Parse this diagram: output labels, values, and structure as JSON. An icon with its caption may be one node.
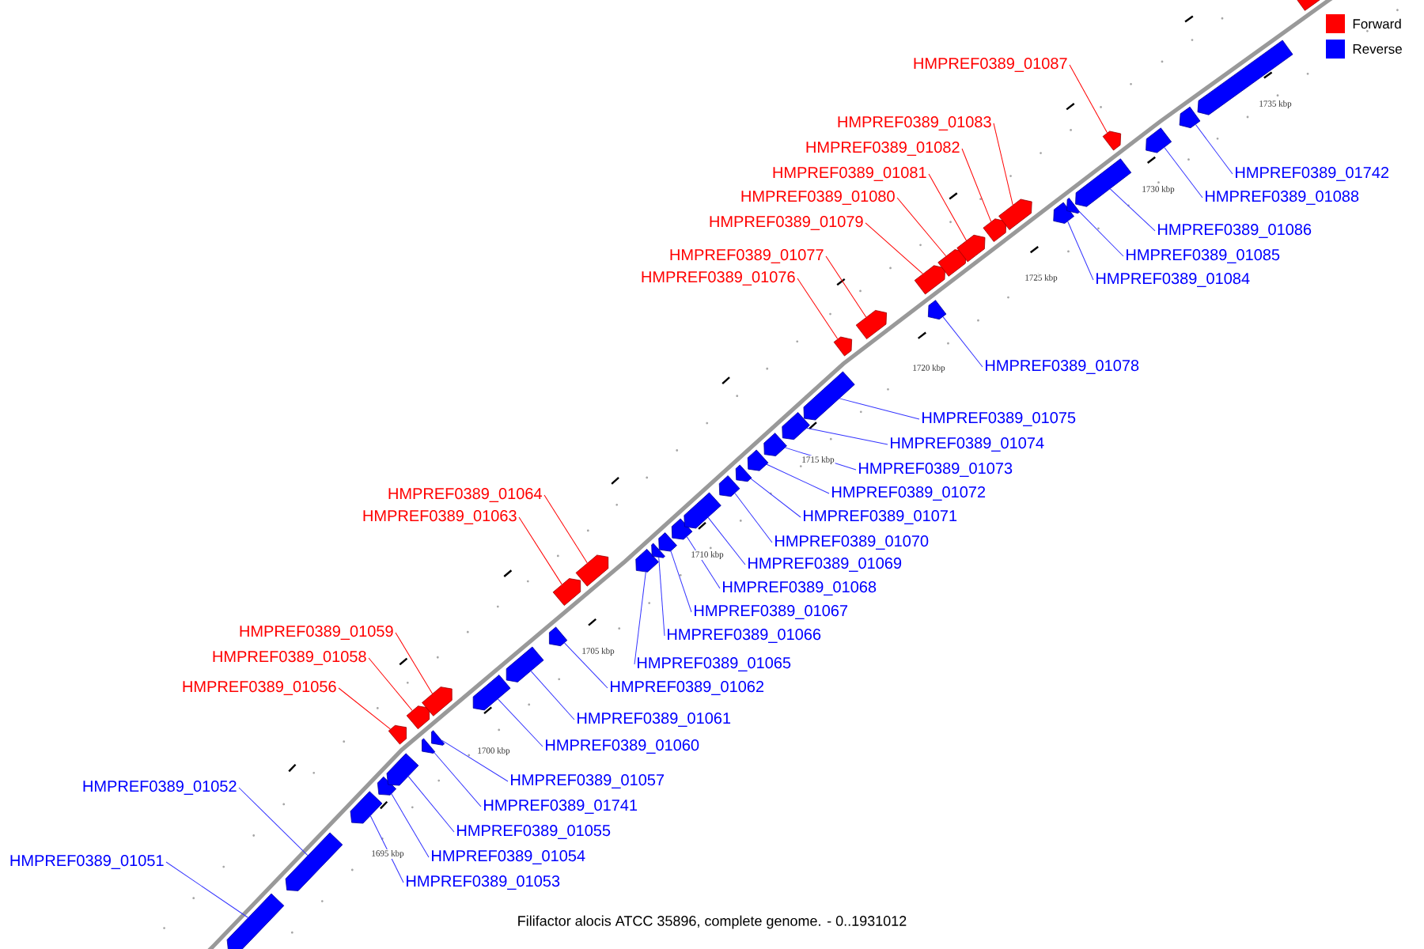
{
  "diagram": {
    "caption": "Filifactor alocis ATCC 35896, complete genome. - 0..1931012",
    "nodes": [
      {
        "text": [
          "HMPREF0389_01087"
        ]
      },
      {
        "text": [
          "HMPREF0389_01742"
        ]
      },
      {
        "text": [
          "HMPREF0389_01083"
        ]
      },
      {
        "text": [
          "HMPREF0389_01082"
        ]
      },
      {
        "text": [
          "HMPREF0389_01081"
        ]
      },
      {
        "text": [
          "HMPREF0389_01088"
        ]
      },
      {
        "text": [
          "HMPREF0389_01080"
        ]
      },
      {
        "text": [
          "HMPREF0389_01079"
        ]
      },
      {
        "text": [
          "HMPREF0389_01086"
        ]
      },
      {
        "text": [
          "HMPREF0389_01077"
        ]
      },
      {
        "text": [
          "HMPREF0389_01085"
        ]
      },
      {
        "text": [
          "HMPREF0389_01076"
        ]
      },
      {
        "text": [
          "HMPREF0389_01084"
        ]
      },
      {
        "text": [
          "HMPREF0389_01078"
        ]
      },
      {
        "text": [
          "HMPREF0389_01075"
        ]
      },
      {
        "text": [
          "HMPREF0389_01074"
        ]
      },
      {
        "text": [
          "HMPREF0389_01073"
        ]
      },
      {
        "text": [
          "HMPREF0389_01072"
        ]
      },
      {
        "text": [
          "HMPREF0389_01064"
        ]
      },
      {
        "text": [
          "HMPREF0389_01071"
        ]
      },
      {
        "text": [
          "HMPREF0389_01063"
        ]
      },
      {
        "text": [
          "HMPREF0389_01070"
        ]
      },
      {
        "text": [
          "HMPREF0389_01069"
        ]
      },
      {
        "text": [
          "HMPREF0389_01068"
        ]
      },
      {
        "text": [
          "HMPREF0389_01067"
        ]
      },
      {
        "text": [
          "HMPREF0389_01059"
        ]
      },
      {
        "text": [
          "HMPREF0389_01066"
        ]
      },
      {
        "text": [
          "HMPREF0389_01058"
        ]
      },
      {
        "text": [
          "HMPREF0389_01065"
        ]
      },
      {
        "text": [
          "HMPREF0389_01056"
        ]
      },
      {
        "text": [
          "HMPREF0389_01062"
        ]
      },
      {
        "text": [
          "HMPREF0389_01061"
        ]
      },
      {
        "text": [
          "HMPREF0389_01060"
        ]
      },
      {
        "text": [
          "HMPREF0389_01057"
        ]
      },
      {
        "text": [
          "HMPREF0389_01052"
        ]
      },
      {
        "text": [
          "HMPREF0389_01741"
        ]
      },
      {
        "text": [
          "HMPREF0389_01055"
        ]
      },
      {
        "text": [
          "HMPREF0389_01051"
        ]
      },
      {
        "text": [
          "HMPREF0389_01054"
        ]
      },
      {
        "text": [
          "HMPREF0389_01053"
        ]
      },
      {
        "text": [],
        "shape": "box"
      },
      {
        "text": [],
        "shape": "box"
      },
      {
        "text": [],
        "shape": "box"
      },
      {
        "text": [],
        "shape": "box"
      },
      {
        "text": [],
        "shape": "box"
      },
      {
        "text": [],
        "shape": "box"
      },
      {
        "text": [],
        "shape": "box"
      },
      {
        "text": [],
        "shape": "box"
      },
      {
        "text": [],
        "shape": "box"
      },
      {
        "text": [],
        "shape": "box"
      },
      {
        "text": [],
        "shape": "box"
      },
      {
        "text": [],
        "shape": "box"
      },
      {
        "text": [],
        "shape": "box"
      },
      {
        "text": [],
        "shape": "box"
      },
      {
        "text": [],
        "shape": "box"
      },
      {
        "text": [],
        "shape": "box"
      },
      {
        "text": [],
        "shape": "box"
      },
      {
        "text": [],
        "shape": "box"
      },
      {
        "text": [],
        "shape": "box"
      },
      {
        "text": [],
        "shape": "box"
      },
      {
        "text": [],
        "shape": "box"
      },
      {
        "text": [],
        "shape": "box"
      },
      {
        "text": [],
        "shape": "box"
      },
      {
        "text": [],
        "shape": "box"
      },
      {
        "text": [],
        "shape": "box"
      },
      {
        "text": [],
        "shape": "box"
      },
      {
        "text": [],
        "shape": "box"
      },
      {
        "text": [],
        "shape": "box"
      },
      {
        "text": [],
        "shape": "box"
      },
      {
        "text": [],
        "shape": "box"
      },
      {
        "text": [],
        "shape": "box"
      },
      {
        "text": [],
        "shape": "box"
      },
      {
        "text": [],
        "shape": "box"
      },
      {
        "text": [],
        "shape": "box"
      },
      {
        "text": [],
        "shape": "box"
      },
      {
        "text": [],
        "shape": "box"
      },
      {
        "text": [],
        "shape": "box"
      },
      {
        "text": [],
        "shape": "box"
      },
      {
        "text": [],
        "shape": "box"
      },
      {
        "text": [],
        "shape": "box"
      },
      {
        "text": [],
        "shape": "box"
      },
      {
        "text": [],
        "shape": "box"
      }
    ],
    "edges": [
      {
        "from": 0,
        "to": 77,
        "arrow": "none",
        "color": "#ff0000"
      },
      {
        "from": 1,
        "to": 79,
        "arrow": "none"
      },
      {
        "from": 2,
        "to": 73,
        "arrow": "none",
        "color": "#ff0000"
      },
      {
        "from": 3,
        "to": 72,
        "arrow": "none",
        "color": "#ff0000"
      },
      {
        "from": 4,
        "to": 71,
        "arrow": "none",
        "color": "#ff0000"
      },
      {
        "from": 5,
        "to": 78,
        "arrow": "none"
      },
      {
        "from": 6,
        "to": 70,
        "arrow": "none",
        "color": "#ff0000"
      },
      {
        "from": 7,
        "to": 69,
        "arrow": "none",
        "color": "#ff0000"
      },
      {
        "from": 8,
        "to": 76,
        "arrow": "none"
      },
      {
        "from": 9,
        "to": 67,
        "arrow": "none",
        "color": "#ff0000"
      },
      {
        "from": 10,
        "to": 75,
        "arrow": "none"
      },
      {
        "from": 11,
        "to": 66,
        "arrow": "none",
        "color": "#ff0000"
      },
      {
        "from": 12,
        "to": 74,
        "arrow": "none"
      },
      {
        "from": 13,
        "to": 68,
        "arrow": "none"
      },
      {
        "from": 14,
        "to": 65,
        "arrow": "none"
      },
      {
        "from": 15,
        "to": 64,
        "arrow": "none"
      },
      {
        "from": 16,
        "to": 63,
        "arrow": "none"
      },
      {
        "from": 17,
        "to": 62,
        "arrow": "none"
      },
      {
        "from": 18,
        "to": 54,
        "arrow": "none",
        "color": "#ff0000"
      },
      {
        "from": 19,
        "to": 61,
        "arrow": "none"
      },
      {
        "from": 20,
        "to": 53,
        "arrow": "none",
        "color": "#ff0000"
      },
      {
        "from": 21,
        "to": 60,
        "arrow": "none"
      },
      {
        "from": 22,
        "to": 59,
        "arrow": "none"
      },
      {
        "from": 23,
        "to": 58,
        "arrow": "none"
      },
      {
        "from": 24,
        "to": 57,
        "arrow": "none"
      },
      {
        "from": 25,
        "to": 49,
        "arrow": "none",
        "color": "#ff0000"
      },
      {
        "from": 26,
        "to": 56,
        "arrow": "none"
      },
      {
        "from": 27,
        "to": 48,
        "arrow": "none",
        "color": "#ff0000"
      },
      {
        "from": 28,
        "to": 55,
        "arrow": "none"
      },
      {
        "from": 29,
        "to": 45,
        "arrow": "none",
        "color": "#ff0000"
      },
      {
        "from": 30,
        "to": 52,
        "arrow": "none"
      },
      {
        "from": 31,
        "to": 51,
        "arrow": "none"
      },
      {
        "from": 32,
        "to": 50,
        "arrow": "none"
      },
      {
        "from": 33,
        "to": 47,
        "arrow": "none"
      },
      {
        "from": 34,
        "to": 41,
        "arrow": "none"
      },
      {
        "from": 35,
        "to": 46,
        "arrow": "none"
      },
      {
        "from": 36,
        "to": 44,
        "arrow": "none"
      },
      {
        "from": 37,
        "to": 40,
        "arrow": "none"
      },
      {
        "from": 38,
        "to": 43,
        "arrow": "none"
      },
      {
        "from": 39,
        "to": 42,
        "arrow": "none"
      }
    ],
    "labels": [
      "1695 kbp",
      "1700 kbp",
      "1705 kbp",
      "1710 kbp",
      "1715 kbp",
      "1720 kbp",
      "1725 kbp",
      "1730 kbp",
      "1735 kbp"
    ],
    "legend": [
      {
        "text": "Forward",
        "color": "#ff0000"
      },
      {
        "text": "Reverse",
        "color": "#0000ff"
      }
    ]
  }
}
